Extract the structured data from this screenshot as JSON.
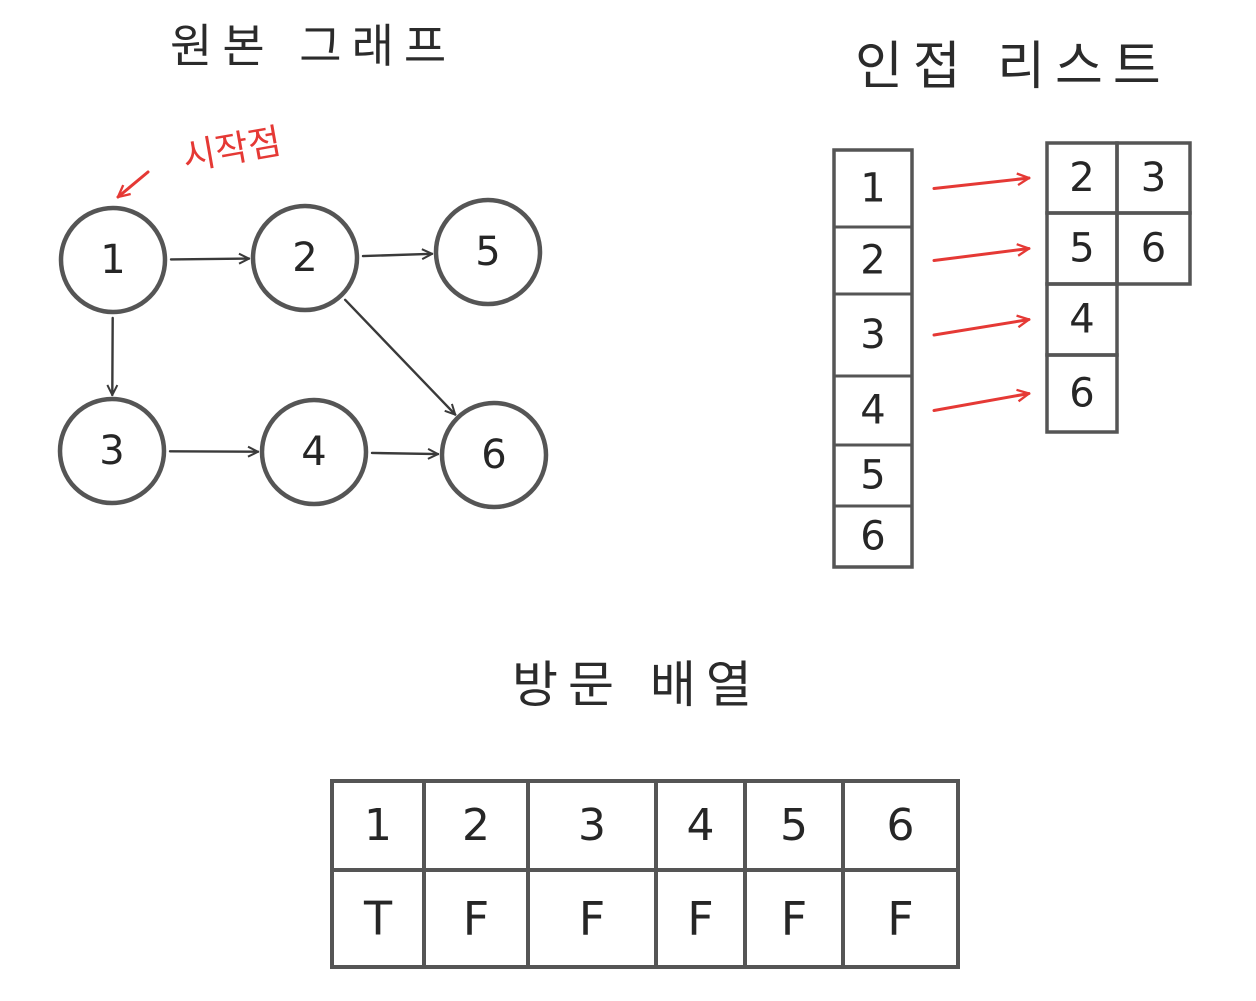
{
  "titles": {
    "graph": "원본 그래프",
    "adjacency": "인접 리스트",
    "visited": "방문 배열",
    "start": "시작점"
  },
  "graph": {
    "nodes": [
      "1",
      "2",
      "3",
      "4",
      "5",
      "6"
    ],
    "edges": [
      [
        "1",
        "2"
      ],
      [
        "1",
        "3"
      ],
      [
        "2",
        "5"
      ],
      [
        "2",
        "6"
      ],
      [
        "3",
        "4"
      ],
      [
        "4",
        "6"
      ]
    ],
    "start_node": "1"
  },
  "adjacency": {
    "heads": [
      "1",
      "2",
      "3",
      "4",
      "5",
      "6"
    ],
    "lists": [
      {
        "from": "1",
        "neighbors": [
          "2",
          "3"
        ]
      },
      {
        "from": "2",
        "neighbors": [
          "5",
          "6"
        ]
      },
      {
        "from": "3",
        "neighbors": [
          "4"
        ]
      },
      {
        "from": "4",
        "neighbors": [
          "6"
        ]
      }
    ]
  },
  "visited": {
    "indices": [
      "1",
      "2",
      "3",
      "4",
      "5",
      "6"
    ],
    "values": [
      "T",
      "F",
      "F",
      "F",
      "F",
      "F"
    ]
  },
  "colors": {
    "ink": "#3a3a3a",
    "accent": "#e53935"
  }
}
